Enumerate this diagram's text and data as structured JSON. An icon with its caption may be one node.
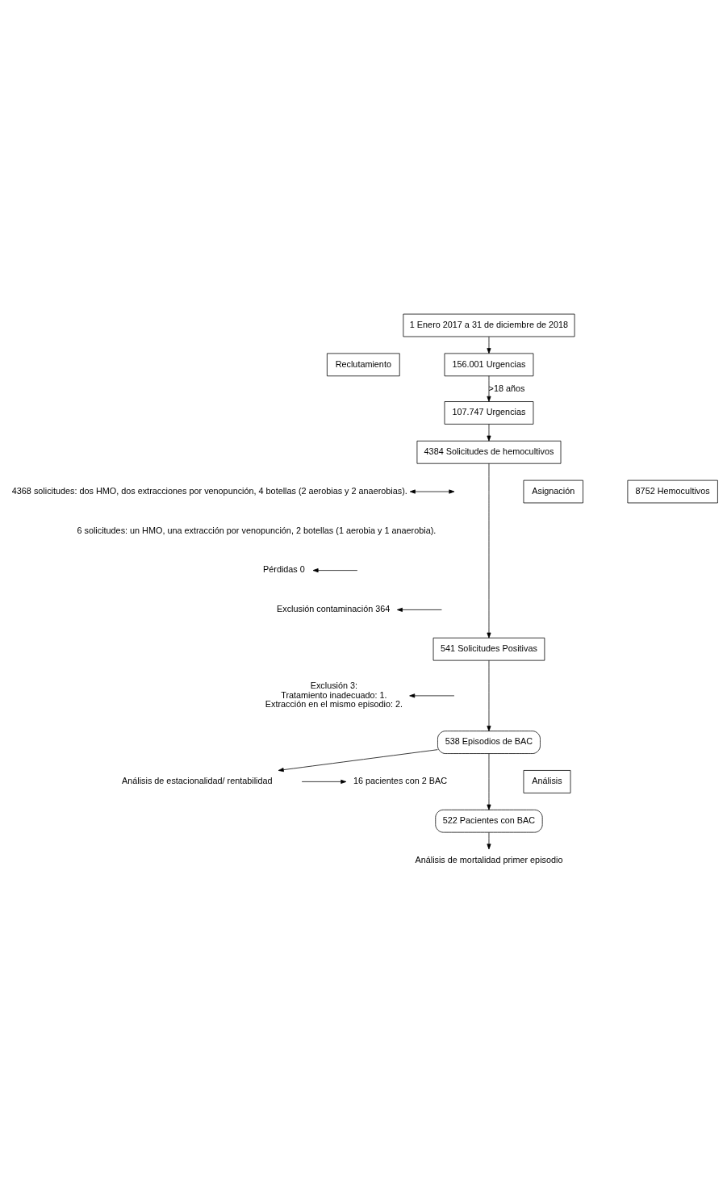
{
  "diagram": {
    "nodes": [
      {
        "text": [
          "1 Enero 2017 a 31 de diciembre de 2018"
        ]
      },
      {
        "text": [
          "156.001 Urgencias"
        ]
      },
      {
        "text": [
          "107.747 Urgencias"
        ]
      },
      {
        "text": [
          "4384 Solicitudes de hemocultivos"
        ]
      },
      {
        "text": [
          "8752 Hemocultivos"
        ]
      },
      {
        "text": [
          "4368 solicitudes: dos HMO, dos extracciones por venopunción, 4 botellas (2 aerobias y 2 anaerobias)."
        ]
      },
      {
        "text": [
          "6 solicitudes: un HMO, una extracción por venopunción, 2 botellas (1 aerobia y 1 anaerobia)."
        ]
      },
      {
        "text": [
          "Pérdidas 0"
        ]
      },
      {
        "text": [
          "Exclusión contaminación 364"
        ]
      },
      {
        "text": [
          "541 Solicitudes Positivas"
        ]
      },
      {
        "text": [
          "Exclusión 3:",
          "Tratamiento inadecuado: 1.",
          "Extracción en el mismo episodio: 2."
        ]
      },
      {
        "text": [
          "538 Episodios de BAC"
        ]
      },
      {
        "text": [
          "Análisis de estacionalidad/ rentabilidad"
        ]
      },
      {
        "text": [
          "16 pacientes con 2 BAC"
        ]
      },
      {
        "text": [
          "522 Pacientes con BAC"
        ]
      },
      {
        "text": [
          "Análisis de mortalidad primer episodio"
        ]
      },
      {
        "text": [
          "Reclutamiento"
        ]
      },
      {
        "text": [
          "Asignación"
        ]
      },
      {
        "text": [
          "Análisis"
        ]
      }
    ],
    "edges": [
      {
        "from": 0,
        "to": 1,
        "arrow": "to"
      },
      {
        "from": 1,
        "to": 2,
        "arrow": "to",
        "label": ">18 años"
      },
      {
        "from": 2,
        "to": 3,
        "arrow": "to"
      },
      {
        "from": 3,
        "to": 9,
        "arrow": "to"
      },
      {
        "from": null,
        "to": 5,
        "arrow": "both"
      },
      {
        "from": null,
        "to": 7,
        "arrow": "to"
      },
      {
        "from": null,
        "to": 8,
        "arrow": "to"
      },
      {
        "from": 9,
        "to": 11,
        "arrow": "to"
      },
      {
        "from": null,
        "to": 10,
        "arrow": "to"
      },
      {
        "from": 11,
        "to": 12,
        "arrow": "to"
      },
      {
        "from": 11,
        "to": 14,
        "arrow": "to"
      },
      {
        "from": null,
        "to": 13,
        "arrow": "to"
      },
      {
        "from": 14,
        "to": 15,
        "arrow": "to"
      }
    ]
  }
}
